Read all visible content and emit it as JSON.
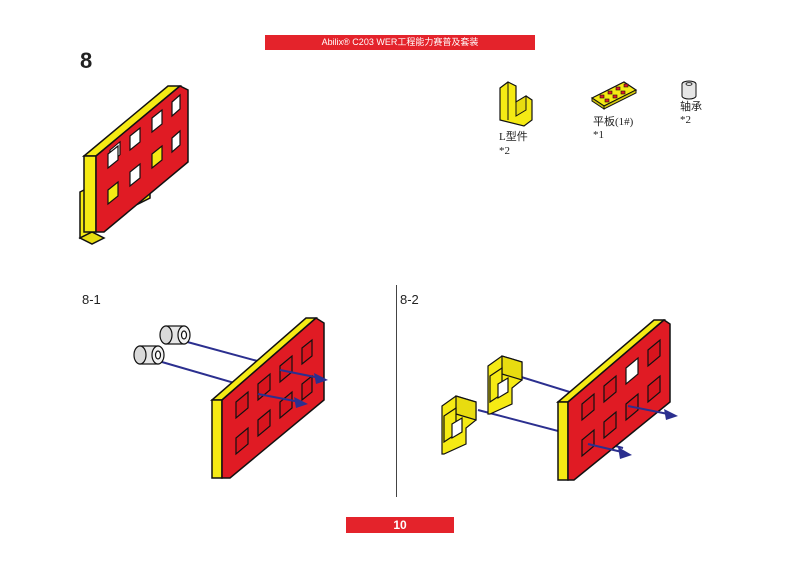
{
  "header": {
    "title": "Abilix® C203 WER工程能力赛普及套装"
  },
  "step": {
    "number": "8"
  },
  "substeps": [
    "8-1",
    "8-2"
  ],
  "parts": [
    {
      "name": "L型件",
      "qty": "*2"
    },
    {
      "name": "平板(1#)",
      "qty": "*1"
    },
    {
      "name": "轴承",
      "qty": "*2"
    }
  ],
  "footer": {
    "page_number": "10"
  },
  "colors": {
    "brand_red": "#e4232b",
    "part_red": "#e01b24",
    "part_yellow": "#f5ea14",
    "arrow_blue": "#2b2f8f"
  }
}
